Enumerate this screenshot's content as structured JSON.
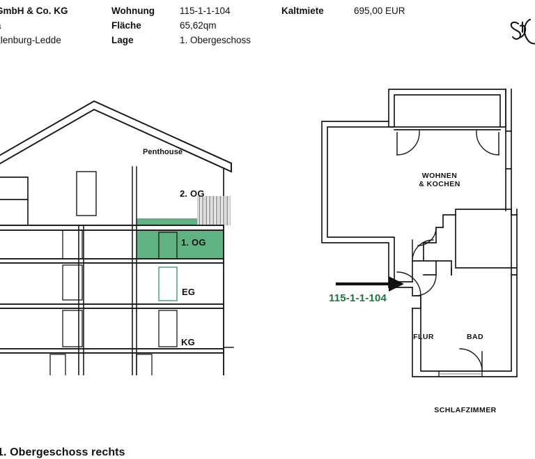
{
  "header": {
    "company_lines": [
      "GmbH & Co. KG",
      "a",
      "klenburg-Ledde"
    ],
    "fields": [
      {
        "label": "Wohnung",
        "value": "115-1-1-104"
      },
      {
        "label": "Fläche",
        "value": "65,62qm"
      },
      {
        "label": "Lage",
        "value": "1. Obergeschoss"
      }
    ],
    "rent_label": "Kaltmiete",
    "rent_value": "695,00 EUR",
    "signature_alt": "signature"
  },
  "section": {
    "caption": "1. Obergeschoss rechts",
    "penthouse_label": "Penthouse",
    "floors": [
      {
        "name": "2. OG",
        "highlighted": false
      },
      {
        "name": "1. OG",
        "highlighted": true
      },
      {
        "name": "EG",
        "highlighted": false
      },
      {
        "name": "KG",
        "highlighted": false
      }
    ],
    "highlight_color": "#5fb383",
    "line_color": "#1a1a1a"
  },
  "plan": {
    "unit_label": "115-1-1-104",
    "unit_label_color": "#18793c",
    "rooms": [
      {
        "name": "WOHNEN",
        "name2": "& KOCHEN"
      },
      {
        "name": "FLUR",
        "name2": ""
      },
      {
        "name": "BAD",
        "name2": ""
      },
      {
        "name": "SCHLAFZIMMER",
        "name2": ""
      }
    ],
    "entry_arrow": "entry-arrow",
    "line_color": "#1a1a1a"
  }
}
